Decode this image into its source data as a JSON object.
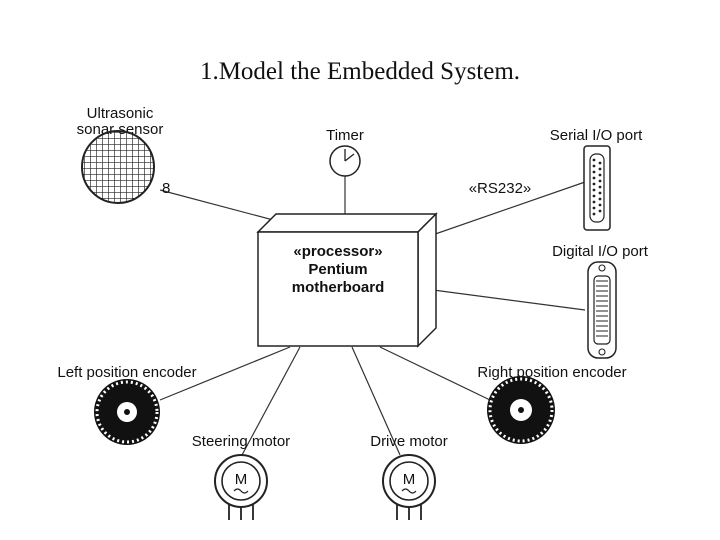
{
  "slide": {
    "title": "1.Model the Embedded System."
  },
  "processor": {
    "stereotype": "«processor»",
    "name_line1": "Pentium",
    "name_line2": "motherboard"
  },
  "sonar": {
    "label_line1": "Ultrasonic",
    "label_line2": "sonar sensor",
    "multiplicity": "8"
  },
  "timer": {
    "label": "Timer"
  },
  "serial_port": {
    "label": "Serial I/O port",
    "connection_label": "«RS232»"
  },
  "digital_port": {
    "label": "Digital I/O port"
  },
  "left_encoder": {
    "label": "Left position encoder"
  },
  "right_encoder": {
    "label": "Right position encoder"
  },
  "steering_motor": {
    "label": "Steering motor",
    "symbol": "M"
  },
  "drive_motor": {
    "label": "Drive motor",
    "symbol": "M"
  }
}
